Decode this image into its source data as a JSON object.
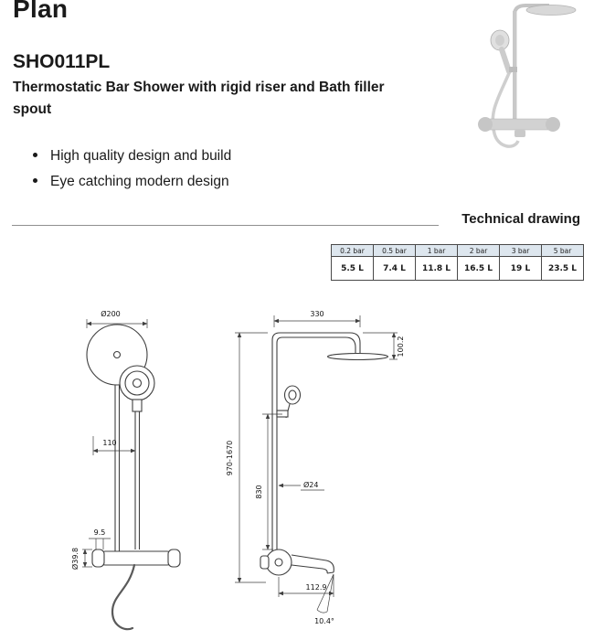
{
  "header": {
    "title": "Plan",
    "product_code": "SHO011PL",
    "description": "Thermostatic Bar Shower with rigid riser and Bath filler spout",
    "features": [
      "High quality design and build",
      "Eye catching modern design"
    ]
  },
  "technical": {
    "section_label": "Technical drawing",
    "flow_table": {
      "headers": [
        "0.2 bar",
        "0.5 bar",
        "1 bar",
        "2 bar",
        "3 bar",
        "5 bar"
      ],
      "values": [
        "5.5 L",
        "7.4 L",
        "11.8 L",
        "16.5 L",
        "19 L",
        "23.5 L"
      ]
    },
    "front_view": {
      "head_diameter": "Ø200",
      "bracket_offset": "110",
      "valve_clearance": "9.5",
      "valve_diameter": "Ø39.8"
    },
    "side_view": {
      "arm_length": "330",
      "head_drop": "100.2",
      "overall_height": "970-1670",
      "rail_height": "830",
      "riser_diameter": "Ø24",
      "spout_length": "112.9",
      "spout_angle": "10.4°"
    }
  }
}
